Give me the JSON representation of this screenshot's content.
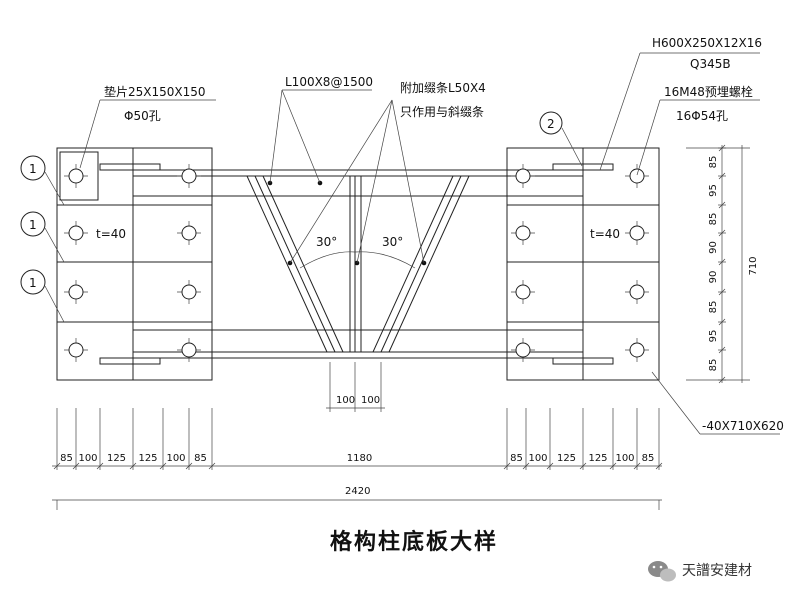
{
  "drawing": {
    "title": "格构柱底板大样",
    "labels": {
      "shim": "垫片25X150X150",
      "shim_hole": "Φ50孔",
      "angle": "L100X8@1500",
      "extra_lacing": "附加缀条L50X4",
      "extra_lacing_note": "只作用与斜缀条",
      "hbeam": "H600X250X12X16",
      "steel": "Q345B",
      "bolts": "16M48预埋螺栓",
      "bolt_holes": "16Φ54孔",
      "plate": "-40X710X620",
      "thickness_left": "t=40",
      "thickness_right": "t=40",
      "angle_left": "30°",
      "angle_right": "30°"
    },
    "markers": {
      "m1": "1",
      "m2": "1",
      "m3": "1",
      "m4": "2"
    },
    "dims_bottom": [
      "85",
      "100",
      "125",
      "125",
      "100",
      "85",
      "1180",
      "85",
      "100",
      "125",
      "125",
      "100",
      "85"
    ],
    "dim_total": "2420",
    "dims_center": [
      "100",
      "100"
    ],
    "dims_right": [
      "85",
      "95",
      "85",
      "90",
      "90",
      "85",
      "95",
      "85"
    ],
    "dim_right_total": "710"
  },
  "watermark": {
    "text": "天譜安建材",
    "icon": "wechat-icon"
  }
}
